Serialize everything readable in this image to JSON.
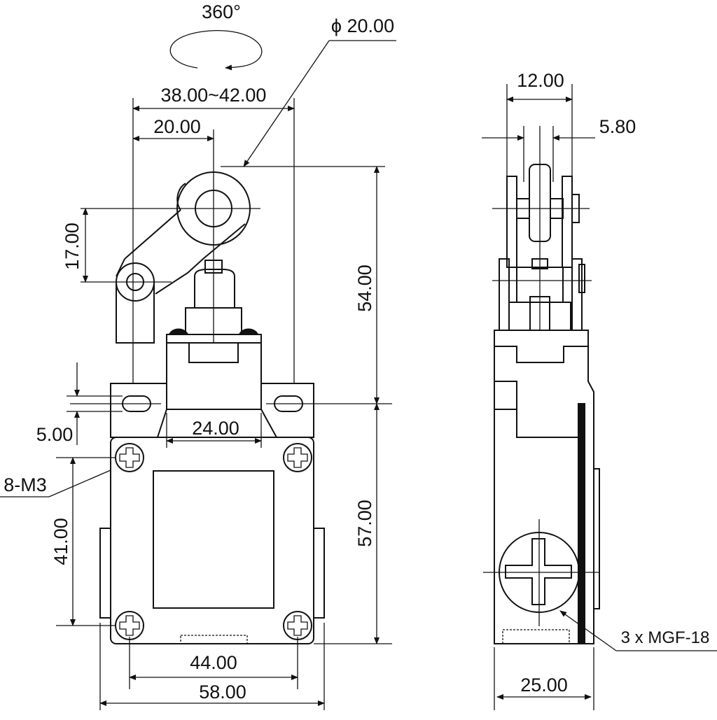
{
  "drawing": {
    "rotation_label": "360°",
    "roller_diameter": "ϕ 20.00",
    "arm_range": "38.00~42.00",
    "arm_offset": "20.00",
    "arm_vertical": "17.00",
    "height_upper": "54.00",
    "height_lower": "57.00",
    "slot_height": "5.00",
    "neck_width": "24.00",
    "screw_label": "8-M3",
    "mount_spacing_vertical": "41.00",
    "mount_spacing_horizontal": "44.00",
    "body_width": "58.00",
    "side_roller_width": "12.00",
    "side_offset": "5.80",
    "side_depth": "25.00",
    "conduit_label": "3 x MGF-18"
  },
  "colors": {
    "line": "#111111",
    "background": "#ffffff"
  }
}
